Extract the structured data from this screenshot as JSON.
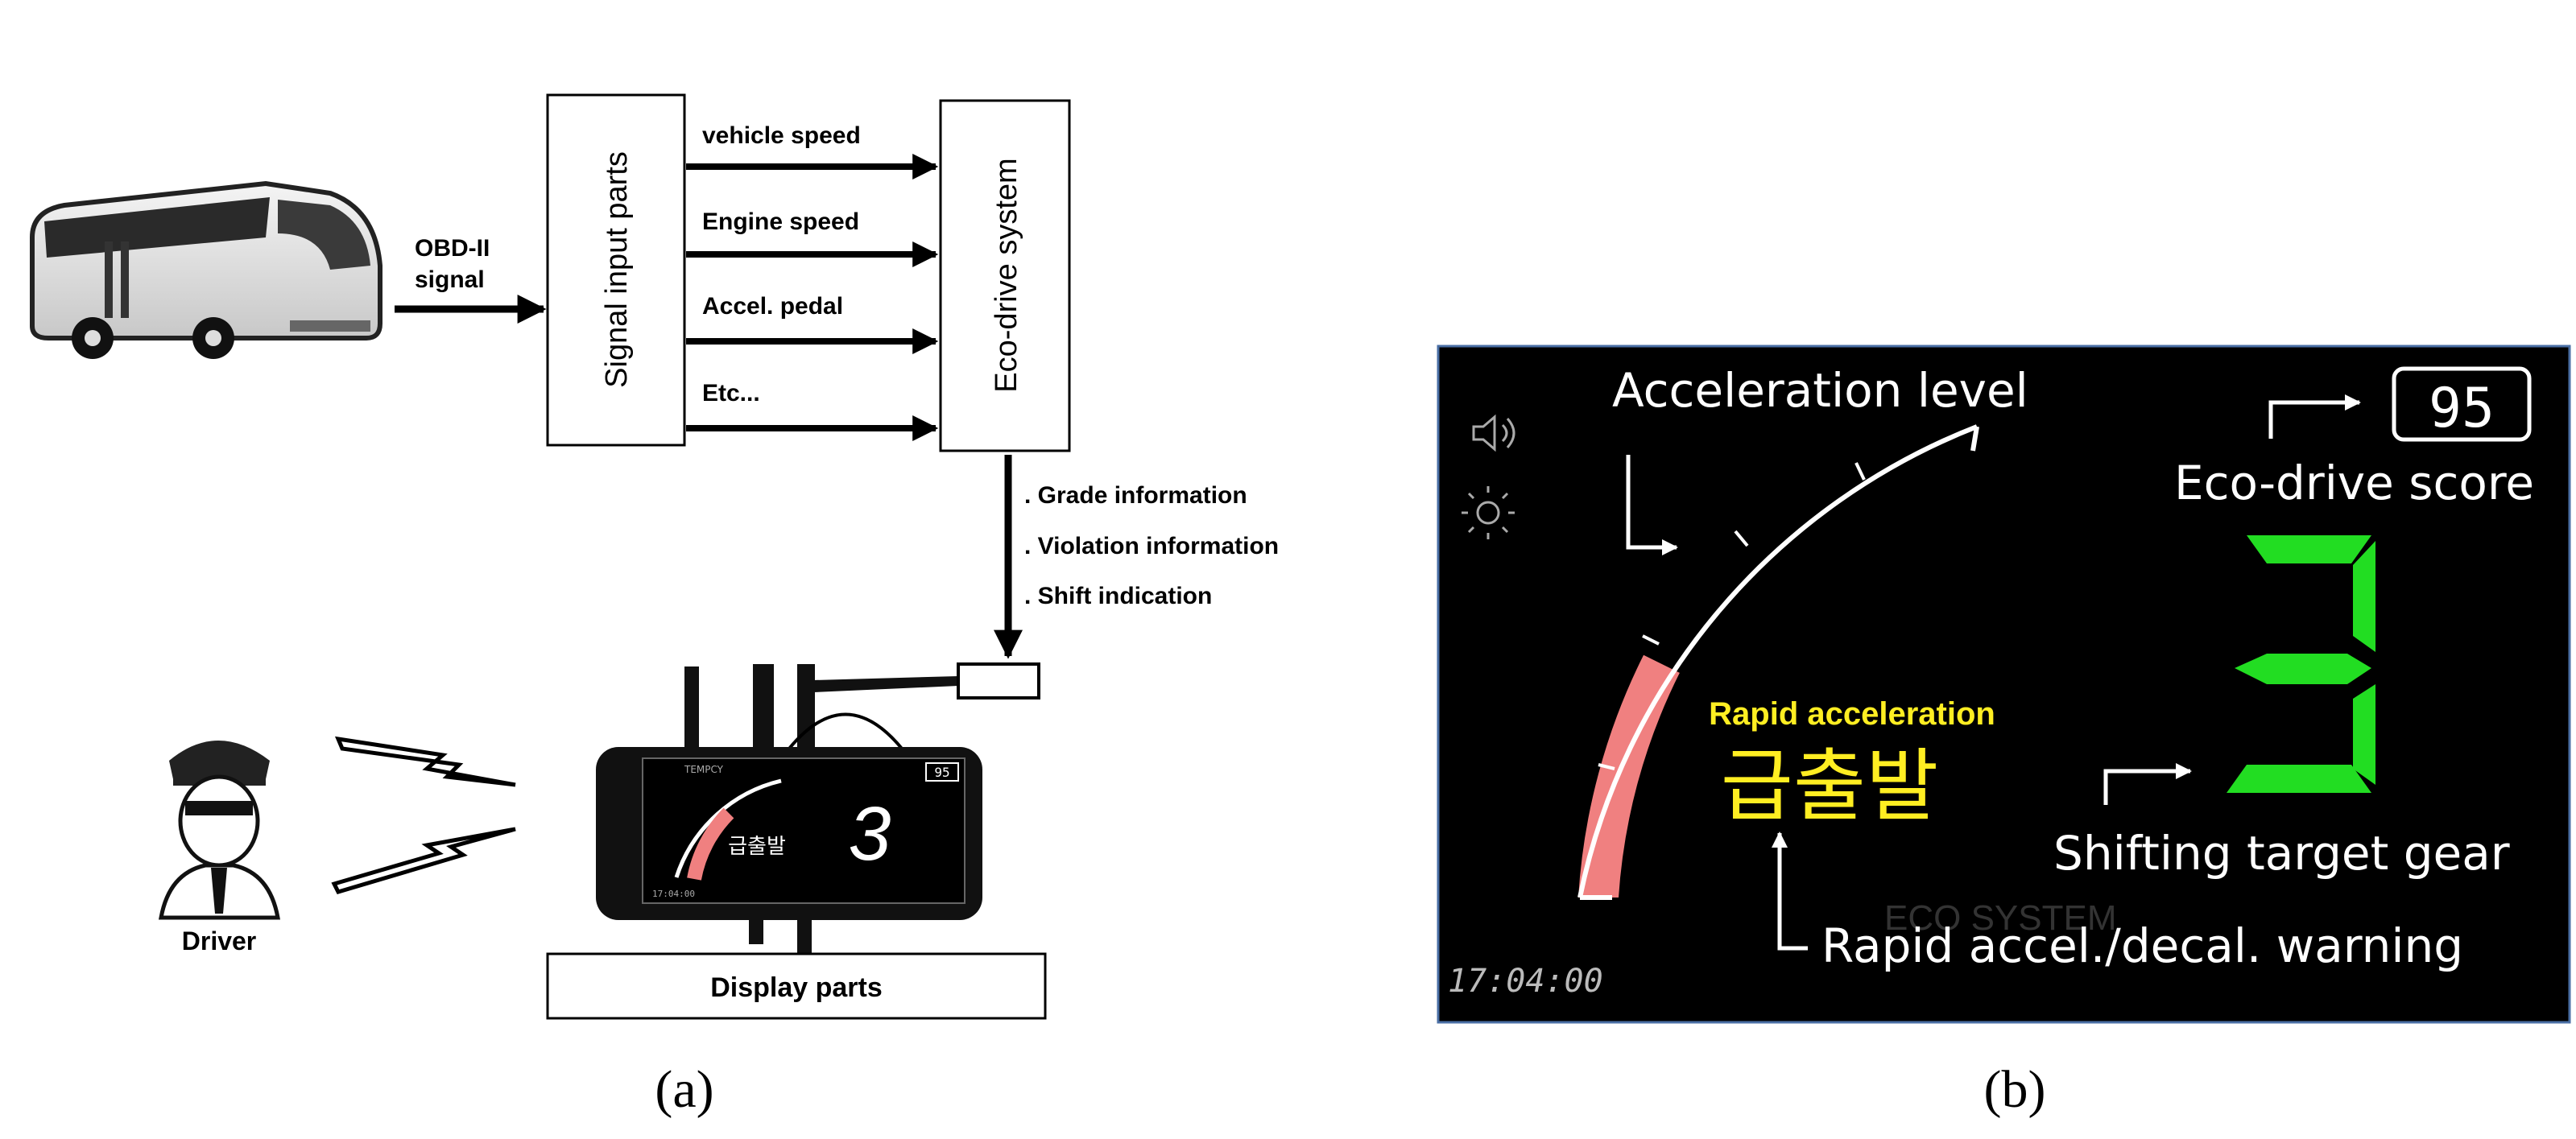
{
  "panel_a": {
    "obd_label_line1": "OBD-II",
    "obd_label_line2": "signal",
    "signal_input_box": "Signal input parts",
    "eco_drive_box": "Eco-drive system",
    "signals": [
      "vehicle speed",
      "Engine speed",
      "Accel. pedal",
      "Etc..."
    ],
    "outputs": [
      ". Grade information",
      ". Violation information",
      ". Shift indication"
    ],
    "driver_label": "Driver",
    "display_box": "Display parts",
    "device_screen": {
      "score": "95",
      "gear": "3",
      "warning": "급출발",
      "time": "17:04:00",
      "brand": "TEMPCY"
    },
    "caption": "(a)"
  },
  "panel_b": {
    "acceleration_label": "Acceleration level",
    "score_value": "95",
    "score_label": "Eco-drive score",
    "gear_value": "3",
    "rapid_label": "Rapid acceleration",
    "korean_warning": "급출발",
    "shift_label": "Shifting target gear",
    "warning_label": "Rapid accel./decal. warning",
    "time": "17:04:00",
    "watermark": "ECO SYSTEM",
    "acceleration_fill_fraction": 0.5,
    "colors": {
      "background": "#000000",
      "gauge_fill": "#f08080",
      "gear_green": "#22dd22",
      "warning_yellow": "#ffee22",
      "frame_blue": "#4a6fa5"
    },
    "caption": "(b)"
  }
}
